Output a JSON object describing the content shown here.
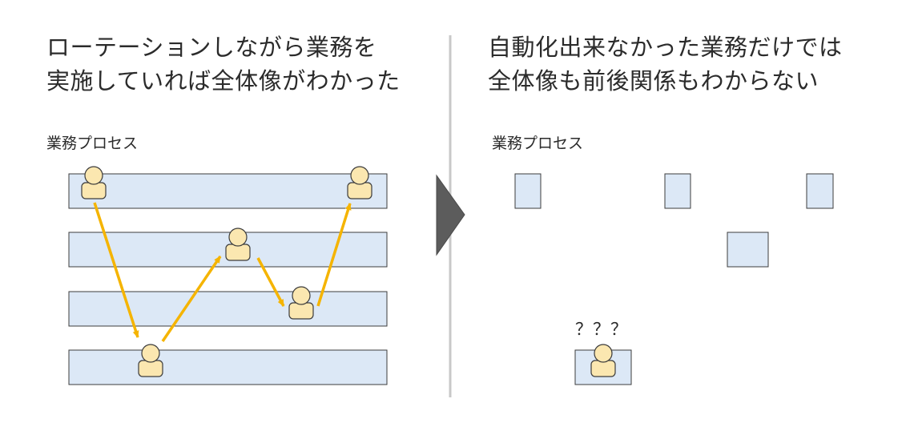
{
  "left_panel": {
    "heading_line1": "ローテーションしながら業務を",
    "heading_line2": "実施していれば全体像がわかった",
    "process_label": "業務プロセス"
  },
  "right_panel": {
    "heading_line1": "自動化出来なかった業務だけでは",
    "heading_line2": "全体像も前後関係もわからない",
    "process_label": "業務プロセス",
    "unknown_marks": "？？？"
  },
  "icons": [
    "person-icon",
    "arrow-icon",
    "triangle-arrow-icon"
  ],
  "colors": {
    "process_bar_fill": "#dce8f6",
    "process_bar_stroke": "#3c3c3c",
    "person_fill": "#fbe7b0",
    "person_stroke": "#3c3c3c",
    "arrow": "#f5b400",
    "divider": "#c8c8c8",
    "transition_arrow": "#5c5c5c"
  }
}
